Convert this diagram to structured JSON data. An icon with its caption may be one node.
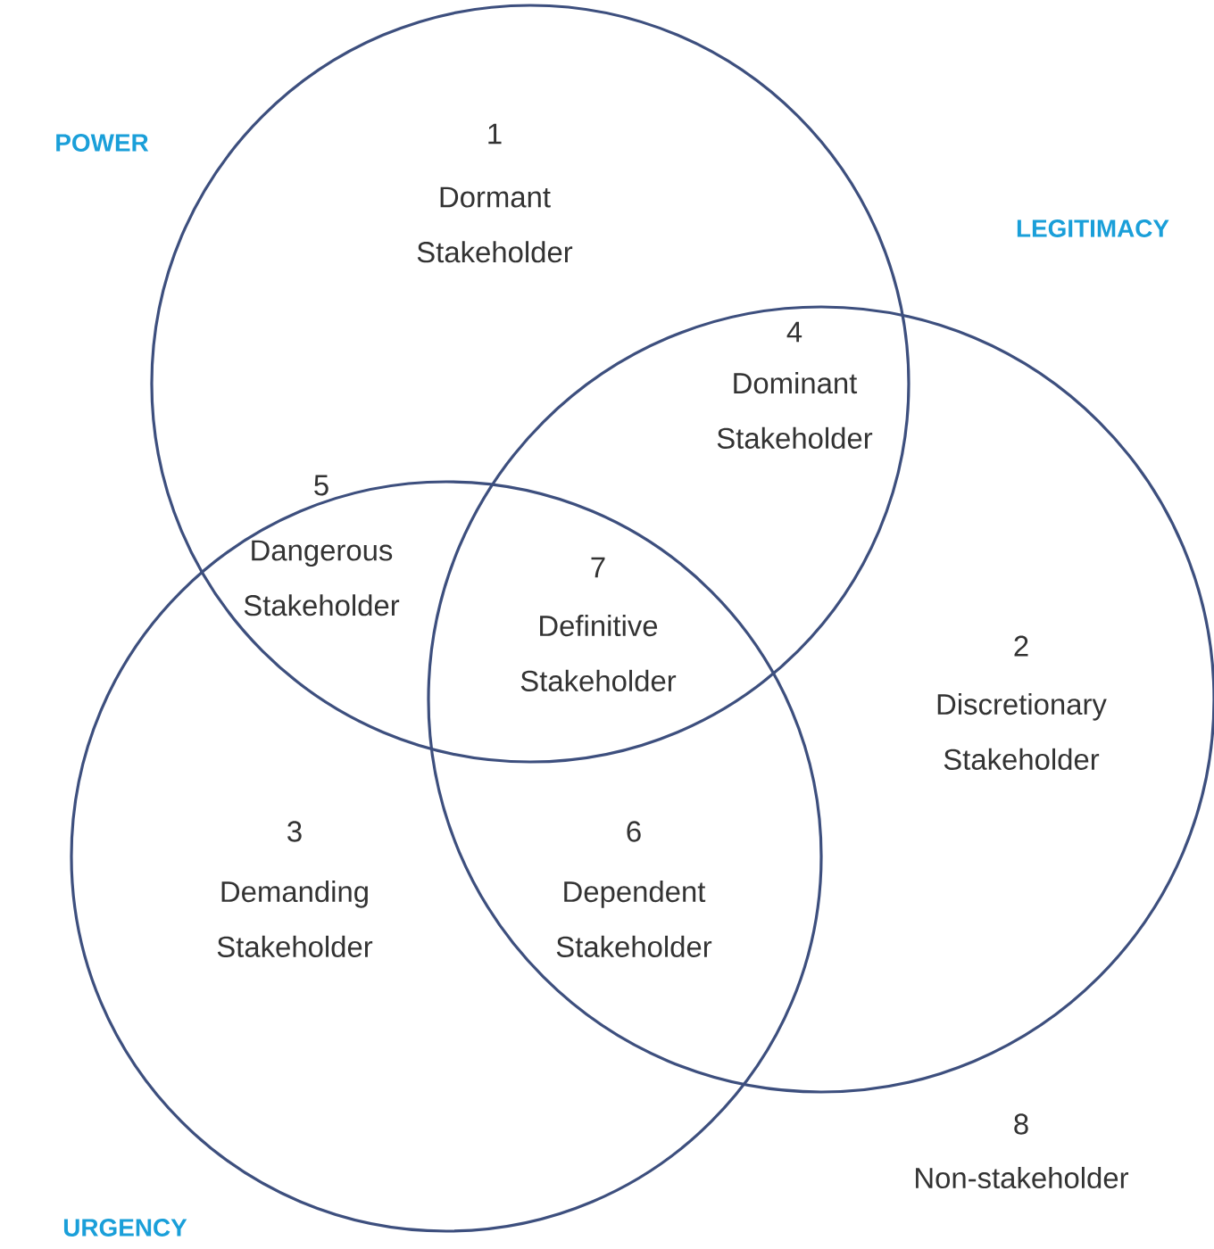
{
  "diagram": {
    "nodes": [
      {
        "text": [
          "POWER"
        ]
      },
      {
        "text": [
          "LEGITIMACY"
        ]
      },
      {
        "text": [
          "URGENCY"
        ]
      }
    ],
    "labels": [
      "1",
      "Dormant Stakeholder",
      "4",
      "Dominant Stakeholder",
      "5",
      "Dangerous Stakeholder",
      "7",
      "Definitive Stakeholder",
      "2",
      "Discretionary Stakeholder",
      "3",
      "Demanding Stakeholder",
      "6",
      "Dependent Stakeholder",
      "8",
      "Non-stakeholder"
    ]
  }
}
